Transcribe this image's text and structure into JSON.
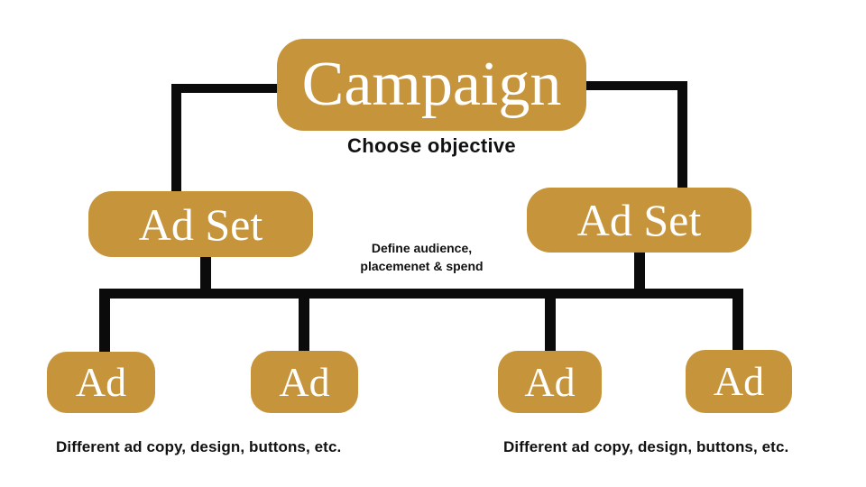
{
  "page": {
    "background": "#ffffff",
    "accent_color": "#c5943b",
    "line_color": "#0b0b0b",
    "caption_text_color": "#111111",
    "node_text_color": "#ffffff"
  },
  "nodes": {
    "campaign": {
      "label": "Campaign"
    },
    "adset_left": {
      "label": "Ad Set"
    },
    "adset_right": {
      "label": "Ad Set"
    },
    "ad_1": {
      "label": "Ad"
    },
    "ad_2": {
      "label": "Ad"
    },
    "ad_3": {
      "label": "Ad"
    },
    "ad_4": {
      "label": "Ad"
    }
  },
  "captions": {
    "campaign": "Choose objective",
    "adset_line1": "Define audience,",
    "adset_line2": "placemenet & spend",
    "ads_left": "Different ad copy, design, buttons, etc.",
    "ads_right": "Different ad copy, design, buttons, etc."
  }
}
